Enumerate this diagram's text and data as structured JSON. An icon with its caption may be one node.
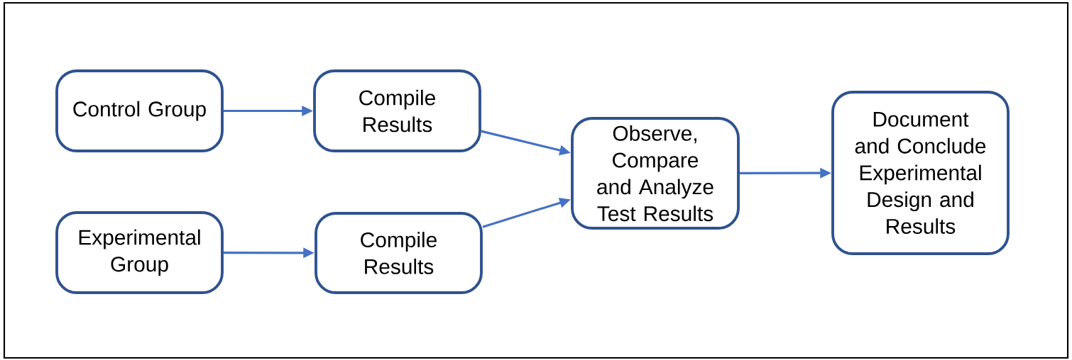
{
  "diagram": {
    "nodes": [
      {
        "text": [
          "Control Group"
        ]
      },
      {
        "text": [
          "Compile Results"
        ]
      },
      {
        "text": [
          "Experimental Group"
        ]
      },
      {
        "text": [
          "Compile Results"
        ]
      },
      {
        "text": [
          "Observe, Compare and Analyze Test Results"
        ]
      },
      {
        "text": [
          "Document and Conclude Experimental Design and Results"
        ]
      }
    ],
    "edges": [
      {
        "from": 0,
        "to": 1,
        "arrow": "to"
      },
      {
        "from": 1,
        "to": 4,
        "arrow": "to"
      },
      {
        "from": 2,
        "to": 3,
        "arrow": "to"
      },
      {
        "from": 3,
        "to": 4,
        "arrow": "to"
      },
      {
        "from": 4,
        "to": 5,
        "arrow": "to"
      }
    ]
  }
}
